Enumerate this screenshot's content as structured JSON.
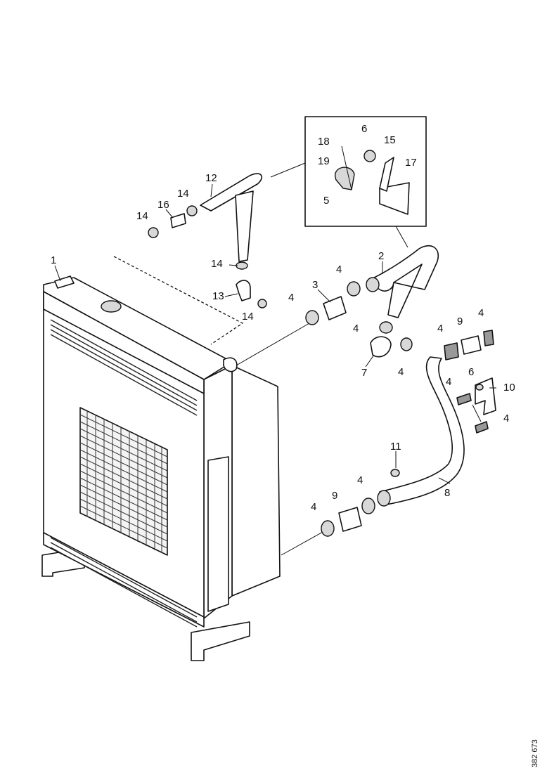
{
  "diagram": {
    "reference_code": "382 673",
    "callouts": [
      {
        "id": "c1",
        "text": "1"
      },
      {
        "id": "c2",
        "text": "2"
      },
      {
        "id": "c3",
        "text": "3"
      },
      {
        "id": "c4a",
        "text": "4"
      },
      {
        "id": "c4b",
        "text": "4"
      },
      {
        "id": "c4c",
        "text": "4"
      },
      {
        "id": "c4d",
        "text": "4"
      },
      {
        "id": "c4e",
        "text": "4"
      },
      {
        "id": "c4f",
        "text": "4"
      },
      {
        "id": "c4g",
        "text": "4"
      },
      {
        "id": "c4h",
        "text": "4"
      },
      {
        "id": "c4i",
        "text": "4"
      },
      {
        "id": "c4j",
        "text": "4"
      },
      {
        "id": "c5",
        "text": "5"
      },
      {
        "id": "c6a",
        "text": "6"
      },
      {
        "id": "c6b",
        "text": "6"
      },
      {
        "id": "c7",
        "text": "7"
      },
      {
        "id": "c8",
        "text": "8"
      },
      {
        "id": "c9a",
        "text": "9"
      },
      {
        "id": "c9b",
        "text": "9"
      },
      {
        "id": "c10",
        "text": "10"
      },
      {
        "id": "c11",
        "text": "11"
      },
      {
        "id": "c12",
        "text": "12"
      },
      {
        "id": "c13",
        "text": "13"
      },
      {
        "id": "c14a",
        "text": "14"
      },
      {
        "id": "c14b",
        "text": "14"
      },
      {
        "id": "c14c",
        "text": "14"
      },
      {
        "id": "c14d",
        "text": "14"
      },
      {
        "id": "c15",
        "text": "15"
      },
      {
        "id": "c16",
        "text": "16"
      },
      {
        "id": "c17",
        "text": "17"
      },
      {
        "id": "c18",
        "text": "18"
      },
      {
        "id": "c19",
        "text": "19"
      }
    ]
  }
}
